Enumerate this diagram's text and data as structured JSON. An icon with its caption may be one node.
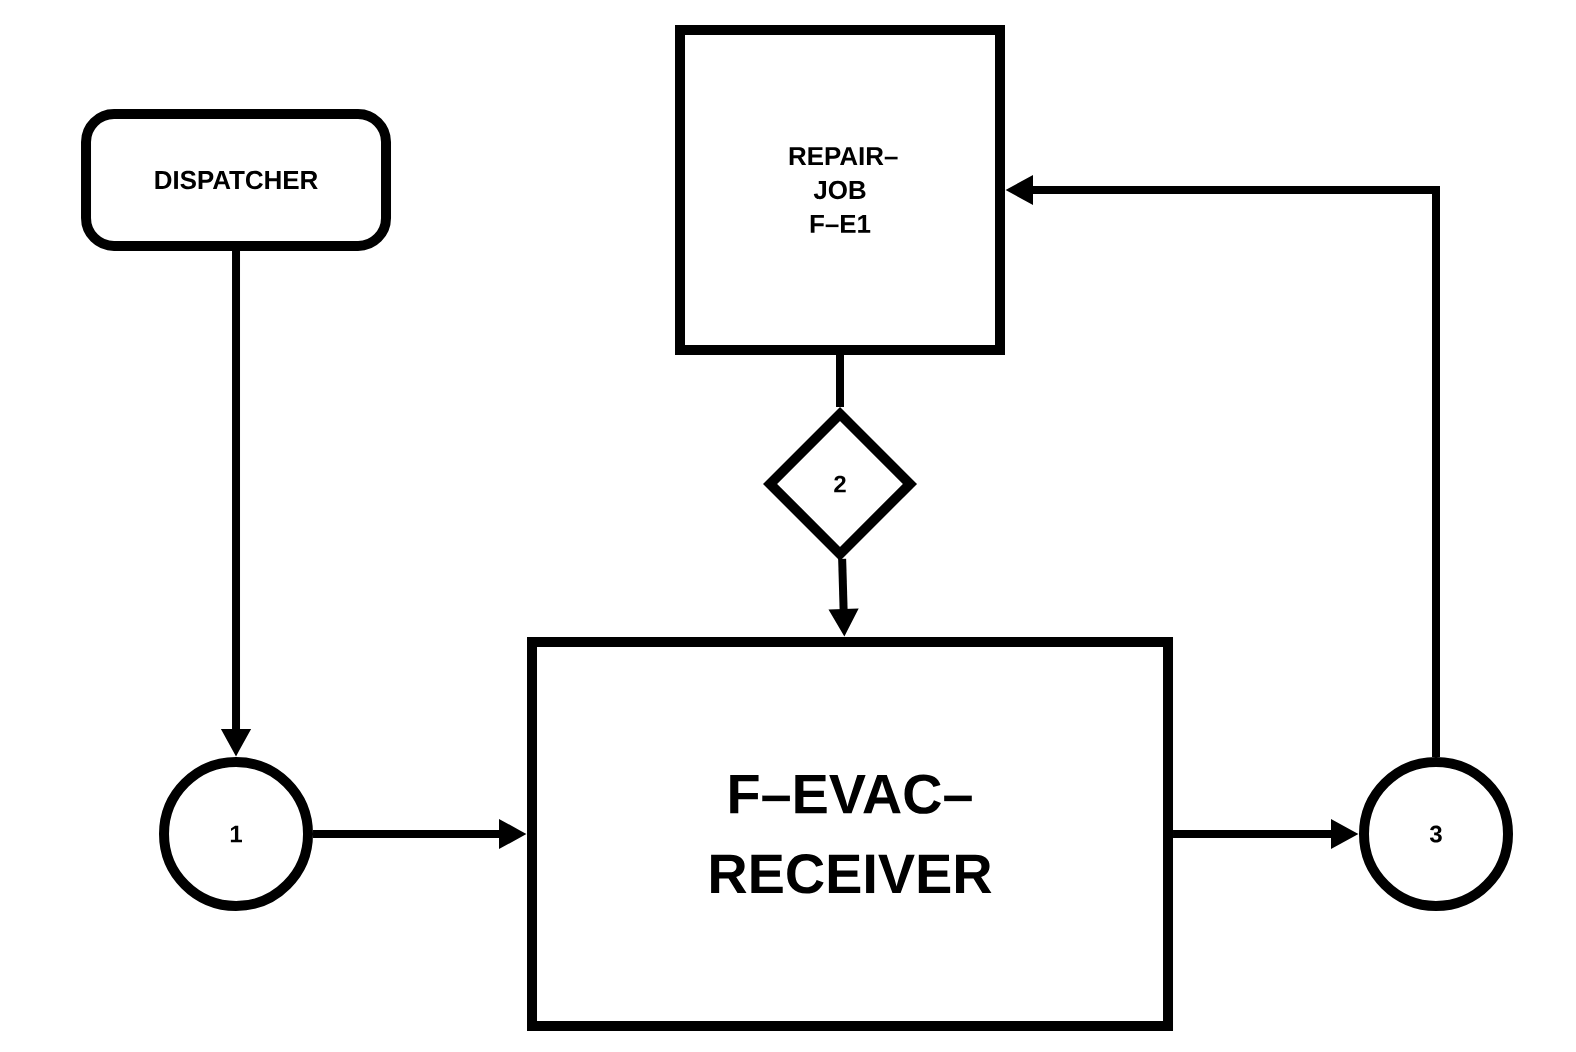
{
  "diagram": {
    "nodes": [
      {
        "text": [
          "DISPATCHER"
        ]
      },
      {
        "text": [
          "REPAIR– JOB F–E1"
        ]
      },
      {
        "text": [
          "2"
        ]
      },
      {
        "text": [
          "1"
        ]
      },
      {
        "text": [
          "F–EVAC– RECEIVER"
        ]
      },
      {
        "text": [
          "3"
        ]
      }
    ],
    "edges": [
      {
        "from": 0,
        "to": 3,
        "arrow": "to"
      },
      {
        "from": 3,
        "to": 4,
        "arrow": "to"
      },
      {
        "from": 4,
        "to": 5,
        "arrow": "to"
      },
      {
        "from": 5,
        "to": 1,
        "arrow": "to"
      },
      {
        "from": 1,
        "to": 2,
        "arrow": "none"
      },
      {
        "from": 2,
        "to": 4,
        "arrow": "to"
      }
    ]
  }
}
